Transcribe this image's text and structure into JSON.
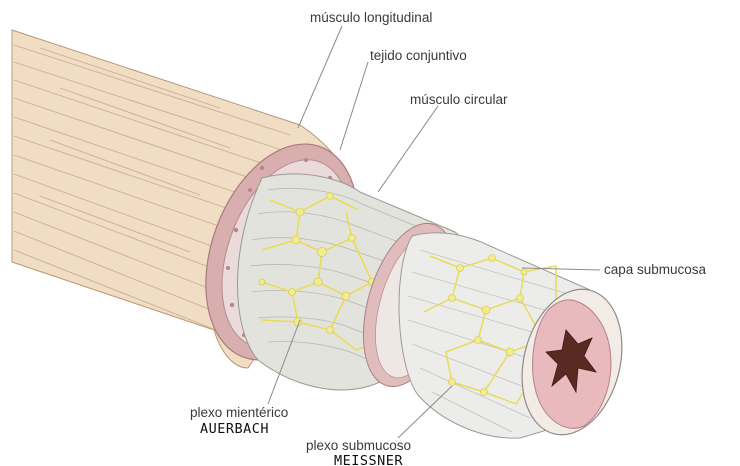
{
  "labels": {
    "longitudinal": "músculo longitudinal",
    "connective": "tejido conjuntivo",
    "circular": "músculo circular",
    "submucosa": "capa submucosa",
    "myenteric": "plexo mientérico",
    "auerbach": "AUERBACH",
    "submucous": "plexo submucoso",
    "meissner": "MEISSNER"
  },
  "colors": {
    "outer_muscle": "#f1ddc4",
    "outer_muscle_stripe": "#c9ad92",
    "connective_ring": "#d8aeae",
    "circular_muscle": "#e3e3dd",
    "nerve_plexus": "#f2ec8a",
    "submucosa": "#ececea",
    "mucosa": "#e8b9bd",
    "lumen": "#5a2a22"
  }
}
